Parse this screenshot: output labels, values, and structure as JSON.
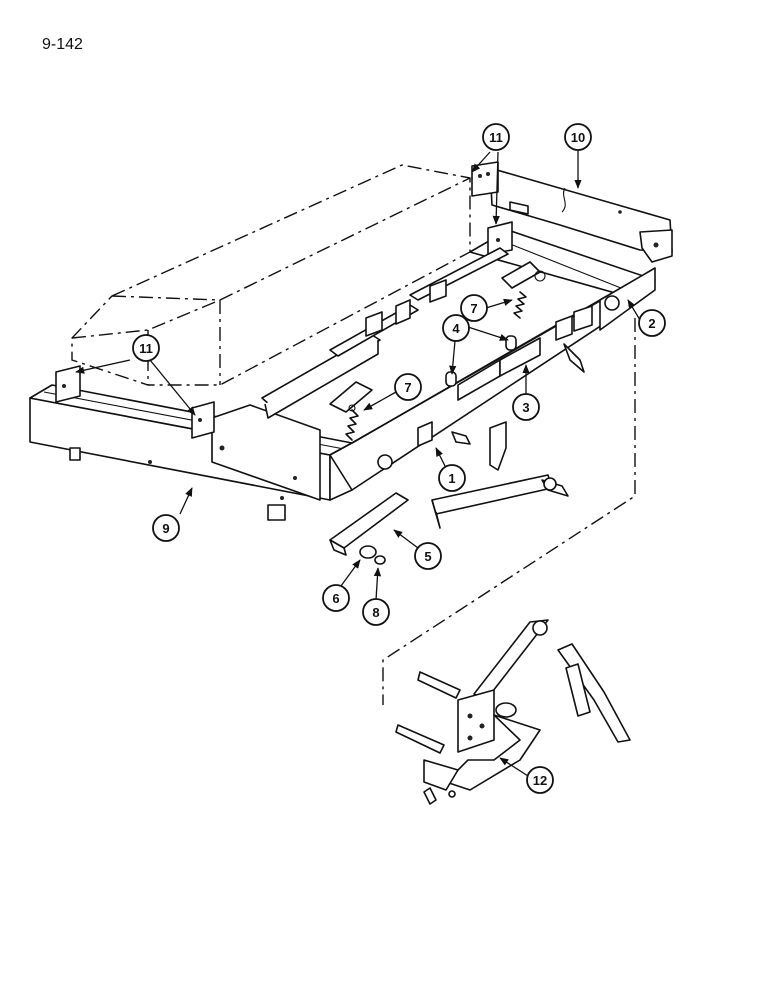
{
  "page": {
    "number": "9-142"
  },
  "callouts": {
    "c1": "1",
    "c2": "2",
    "c3": "3",
    "c4": "4",
    "c5": "5",
    "c6": "6",
    "c7a": "7",
    "c7b": "7",
    "c8": "8",
    "c9": "9",
    "c10": "10",
    "c11a": "11",
    "c11b": "11",
    "c12": "12"
  }
}
